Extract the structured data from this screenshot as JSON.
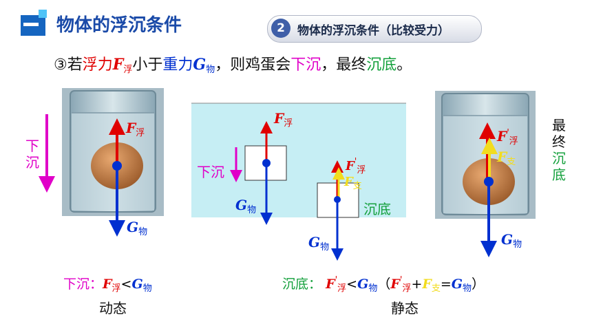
{
  "header": {
    "title": "物体的浮沉条件"
  },
  "badge": {
    "number": "2",
    "text": "物体的浮沉条件（比较受力）"
  },
  "rule": {
    "prefix": "③若",
    "buoyancy": "浮力",
    "F": "F",
    "fu": "浮",
    "less": "小于",
    "gravity": "重力",
    "G": "G",
    "wu": "物",
    "mid": "，则鸡蛋会",
    "sink": "下沉",
    "comma": "，最终",
    "bottom": "沉底",
    "end": "。"
  },
  "left": {
    "side_label": "下沉"
  },
  "middle": {
    "sinking_label": "下沉",
    "bottom_label": "沉底",
    "zhi": "支",
    "prime": "'"
  },
  "right": {
    "vertical_label_black": "最终",
    "vertical_label_green": "沉底"
  },
  "captions": {
    "left_word": "下沉：",
    "lt": "<",
    "left_state": "动态",
    "right_word": "沉底：",
    "open": "（",
    "plus": "+",
    "eq": "=",
    "close": "）",
    "right_state": "静态"
  },
  "colors": {
    "buoyancy": "#e00000",
    "gravity": "#0030d0",
    "support": "#f2dc1e",
    "sink": "#e000c8",
    "bottom": "#14a03c"
  }
}
